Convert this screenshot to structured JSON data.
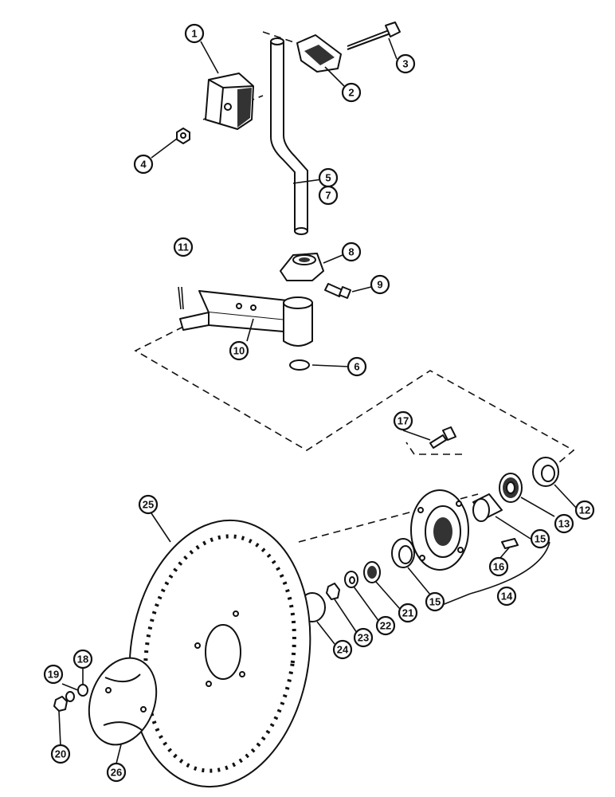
{
  "callouts": [
    "1",
    "2",
    "3",
    "4",
    "5",
    "7",
    "8",
    "9",
    "11",
    "10",
    "6",
    "17",
    "12",
    "13",
    "15",
    "16",
    "25",
    "21",
    "22",
    "23",
    "24",
    "14",
    "19",
    "18",
    "20",
    "26"
  ]
}
